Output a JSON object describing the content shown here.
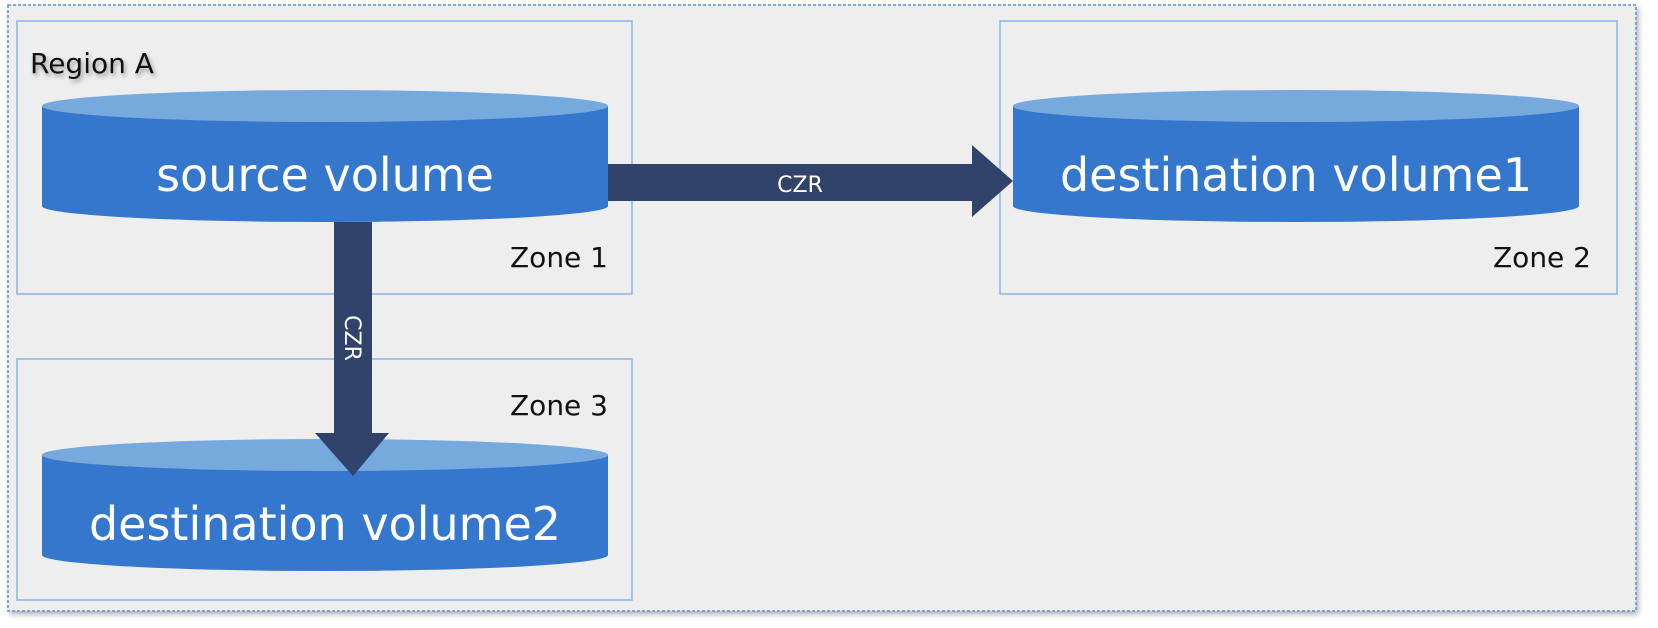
{
  "region": {
    "label": "Region A"
  },
  "zones": [
    {
      "label": "Zone 1"
    },
    {
      "label": "Zone 2"
    },
    {
      "label": "Zone 3"
    }
  ],
  "volumes": {
    "source": "source volume",
    "destination1": "destination volume1",
    "destination2": "destination volume2"
  },
  "arrows": {
    "to_destination1": "CZR",
    "to_destination2": "CZR"
  },
  "colors": {
    "background": "#eeeeee",
    "zone_border": "#8db4e2",
    "cylinder_body": "#3477cc",
    "cylinder_top": "#76a9de",
    "arrow": "#2f436b"
  }
}
